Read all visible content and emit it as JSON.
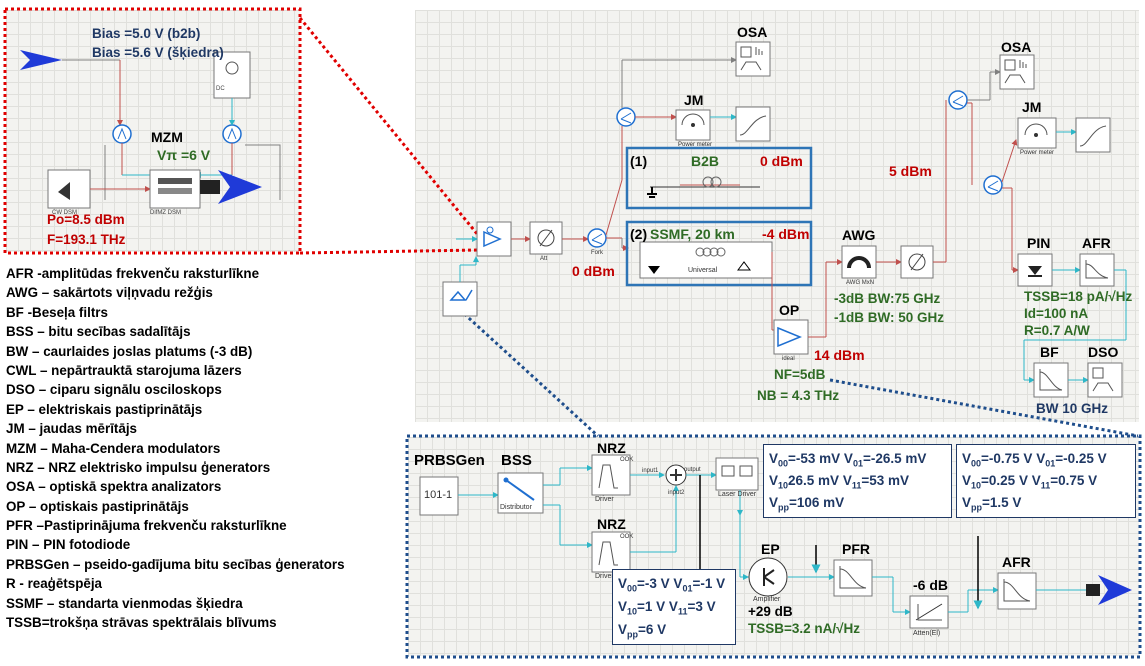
{
  "zoom": {
    "bias_b2b": "Bias =5.0 V (b2b)",
    "bias_fiber": "Bias =5.6 V (šķiedra)",
    "mzm": "MZM",
    "vpi": "Vπ =6 V",
    "po": "Po=8.5 dBm",
    "freq": "F=193.1 THz",
    "cw_label": "CW DSM",
    "mz_label": "DifMZ DSM",
    "dc_label": "DC"
  },
  "top": {
    "osa1": "OSA",
    "jm1": "JM",
    "osa2": "OSA",
    "jm2": "JM",
    "power_meter": "Power meter",
    "fork": "Fork",
    "att": "Att",
    "b2b_num": "(1)",
    "b2b": "B2B",
    "b2b_power": "0 dBm",
    "ssmf_num": "(2)",
    "ssmf": "SSMF, 20 km",
    "ssmf_power": "-4 dBm",
    "universal": "Universal",
    "in0": "0 dBm",
    "awg": "AWG",
    "awg_small": "AWG MxN",
    "bw3": "-3dB BW:75 GHz",
    "bw1": "-1dB BW: 50 GHz",
    "p5": "5 dBm",
    "op": "OP",
    "ideal": "ideal",
    "op_power": "14 dBm",
    "nf": "NF=5dB",
    "nb": "NB = 4.3 THz",
    "pin": "PIN",
    "afr": "AFR",
    "tssb": "TSSB=18 pA/√Hz",
    "id": "Id=100 nA",
    "resp": "R=0.7 A/W",
    "bf": "BF",
    "dso": "DSO",
    "bw10": "BW 10 GHz"
  },
  "legend": [
    "AFR -amplitūdas frekvenču raksturlīkne",
    "AWG – sakārtots viļņvadu režģis",
    "BF -Beseļa filtrs",
    "BSS – bitu secības sadalītājs",
    "BW – caurlaides joslas platums (-3 dB)",
    "CWL – nepārtrauktā starojuma lāzers",
    "DSO – ciparu signālu osciloskops",
    "EP – elektriskais pastiprinātājs",
    "JM – jaudas mērītājs",
    "MZM – Maha-Cendera modulators",
    "NRZ – NRZ elektrisko impulsu ģenerators",
    "OSA – optiskā spektra analizators",
    "OP – optiskais pastiprinātājs",
    "PFR –Pastiprinājuma frekvenču raksturlīkne",
    "PIN – PIN fotodiode",
    "PRBSGen – pseido-gadījuma bitu secības ģenerators",
    "R - reaģētspēja",
    "SSMF – standarta vienmodas šķiedra",
    "TSSB=trokšņa strāvas spektrālais blīvums"
  ],
  "bottom": {
    "prbs": "PRBSGen",
    "prbs_icon": "101-1",
    "bss": "BSS",
    "distributor": "Distributor",
    "nrz1": "NRZ",
    "nrz2": "NRZ",
    "driver": "Driver",
    "ook": "OOK",
    "input1": "input1",
    "input2": "input2",
    "output": "output",
    "laser_driver": "Laser Driver",
    "ep": "EP",
    "amplifier": "Amplifier",
    "gain": "+29 dB",
    "ep_tssb": "TSSB=3.2 nA/√Hz",
    "pfr": "PFR",
    "att_db": "-6 dB",
    "atten": "Atten(El)",
    "afr": "AFR",
    "box1": {
      "l1a": "V",
      "l1as": "00",
      "l1b": "=-53 mV V",
      "l1bs": "01",
      "l1c": "=-26.5 mV",
      "l2a": "V",
      "l2as": "10",
      "l2b": "26.5 mV  V",
      "l2bs": "11",
      "l2c": "=53 mV",
      "l3a": "V",
      "l3as": "pp",
      "l3b": "=106 mV"
    },
    "box2": {
      "l1a": "V",
      "l1as": "00",
      "l1b": "=-0.75 V V",
      "l1bs": "01",
      "l1c": "=-0.25 V",
      "l2a": "V",
      "l2as": "10",
      "l2b": "=0.25 V  V",
      "l2bs": "11",
      "l2c": "=0.75 V",
      "l3a": "V",
      "l3as": "pp",
      "l3b": "=1.5 V"
    },
    "box3": {
      "l1a": "V",
      "l1as": "00",
      "l1b": "=-3 V    V",
      "l1bs": "01",
      "l1c": "=-1 V",
      "l2a": "V",
      "l2as": "10",
      "l2b": "=1 V      V",
      "l2bs": "11",
      "l2c": "=3 V",
      "l3a": "V",
      "l3as": "pp",
      "l3b": "=6 V"
    }
  },
  "colors": {
    "red_dotted": "#e00000",
    "blue_dotted": "#1f4e8c",
    "label_red": "#c00000",
    "label_green": "#2f6b25",
    "label_navy": "#1f3864",
    "optical_wire": "#c0504d",
    "electrical_wire": "#2eb7c8",
    "grey_wire": "#808080",
    "arrow_blue": "#1f3ad8"
  }
}
